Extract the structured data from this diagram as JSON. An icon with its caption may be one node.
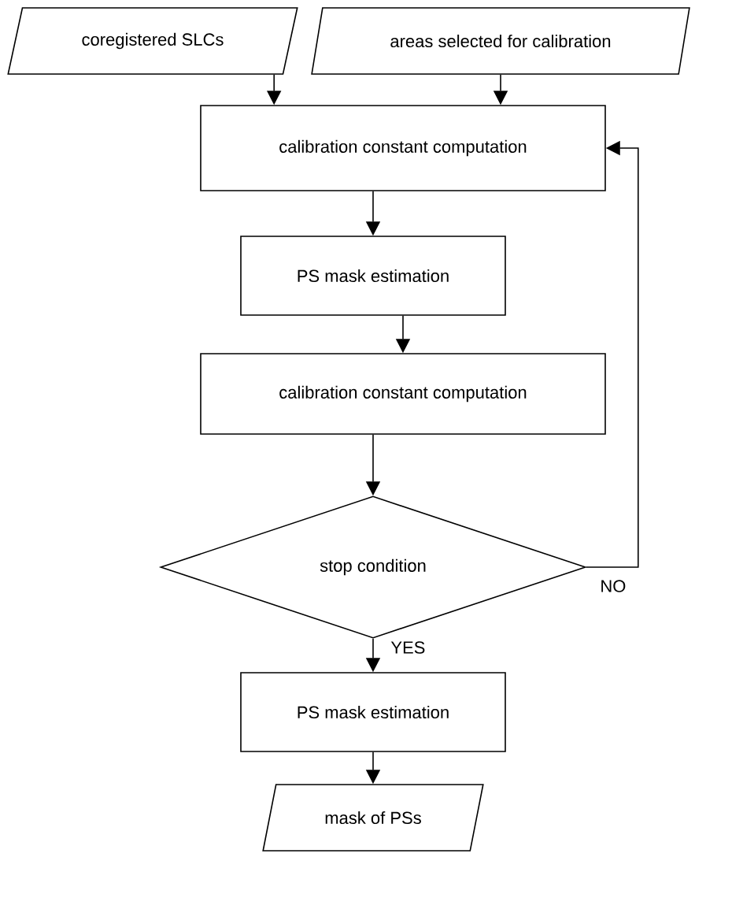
{
  "diagram": {
    "nodes": [
      {
        "text": [
          "coregistered SLCs"
        ]
      },
      {
        "text": [
          "areas selected for calibration"
        ]
      },
      {
        "text": [
          "calibration constant computation"
        ]
      },
      {
        "text": [
          "PS mask estimation"
        ]
      },
      {
        "text": [
          "calibration constant computation"
        ]
      },
      {
        "text": [
          "stop condition"
        ]
      },
      {
        "text": [
          "PS mask estimation"
        ]
      },
      {
        "text": [
          "mask of PSs"
        ]
      }
    ],
    "edges": [
      {
        "from": 0,
        "to": 2,
        "arrow": "to"
      },
      {
        "from": 1,
        "to": 2,
        "arrow": "to"
      },
      {
        "from": 2,
        "to": 3,
        "arrow": "to"
      },
      {
        "from": 3,
        "to": 4,
        "arrow": "to"
      },
      {
        "from": 4,
        "to": 5,
        "arrow": "to"
      },
      {
        "from": 5,
        "to": 2,
        "arrow": "to",
        "label": "NO"
      },
      {
        "from": 5,
        "to": 6,
        "arrow": "to",
        "label": "YES"
      },
      {
        "from": 6,
        "to": 7,
        "arrow": "to"
      }
    ]
  }
}
